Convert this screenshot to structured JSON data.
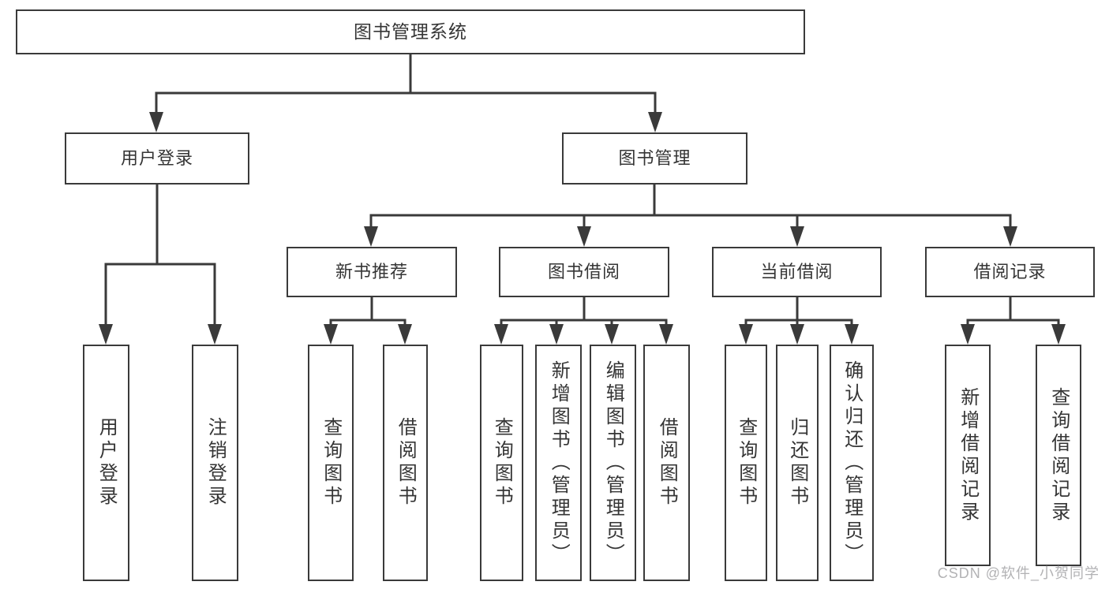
{
  "diagram": {
    "root": {
      "label": "图书管理系统"
    },
    "level2": [
      {
        "label": "用户登录"
      },
      {
        "label": "图书管理"
      }
    ],
    "level3": [
      {
        "label": "新书推荐"
      },
      {
        "label": "图书借阅"
      },
      {
        "label": "当前借阅"
      },
      {
        "label": "借阅记录"
      }
    ],
    "leaves": {
      "user_login": [
        {
          "label": "用户登录"
        },
        {
          "label": "注销登录"
        }
      ],
      "new_book": [
        {
          "label": "查询图书"
        },
        {
          "label": "借阅图书"
        }
      ],
      "book_borrow": [
        {
          "label": "查询图书"
        },
        {
          "label": "新增图书（管理员）"
        },
        {
          "label": "编辑图书（管理员）"
        },
        {
          "label": "借阅图书"
        }
      ],
      "current_borrow": [
        {
          "label": "查询图书"
        },
        {
          "label": "归还图书"
        },
        {
          "label": "确认归还（管理员）"
        }
      ],
      "borrow_records": [
        {
          "label": "新增借阅记录"
        },
        {
          "label": "查询借阅记录"
        }
      ]
    }
  },
  "watermark": {
    "text": "CSDN @软件_小贺同学"
  },
  "colors": {
    "line": "#3a3a3a",
    "text": "#353535",
    "watermark": "#b2b2b4",
    "background": "#ffffff"
  }
}
